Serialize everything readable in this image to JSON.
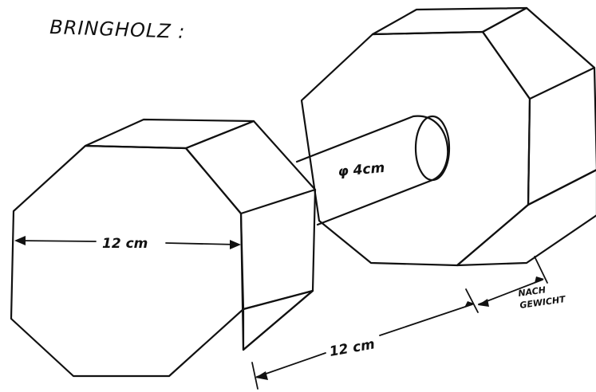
{
  "title": "BRINGHOLZ :",
  "labels": {
    "shaft_diameter": "φ 4cm",
    "weight_width": "12 cm",
    "shaft_length": "12 cm",
    "note_line1": "NACH",
    "note_line2": "GEWICHT"
  },
  "colors": {
    "ink": "#111111",
    "paper": "#ffffff"
  }
}
